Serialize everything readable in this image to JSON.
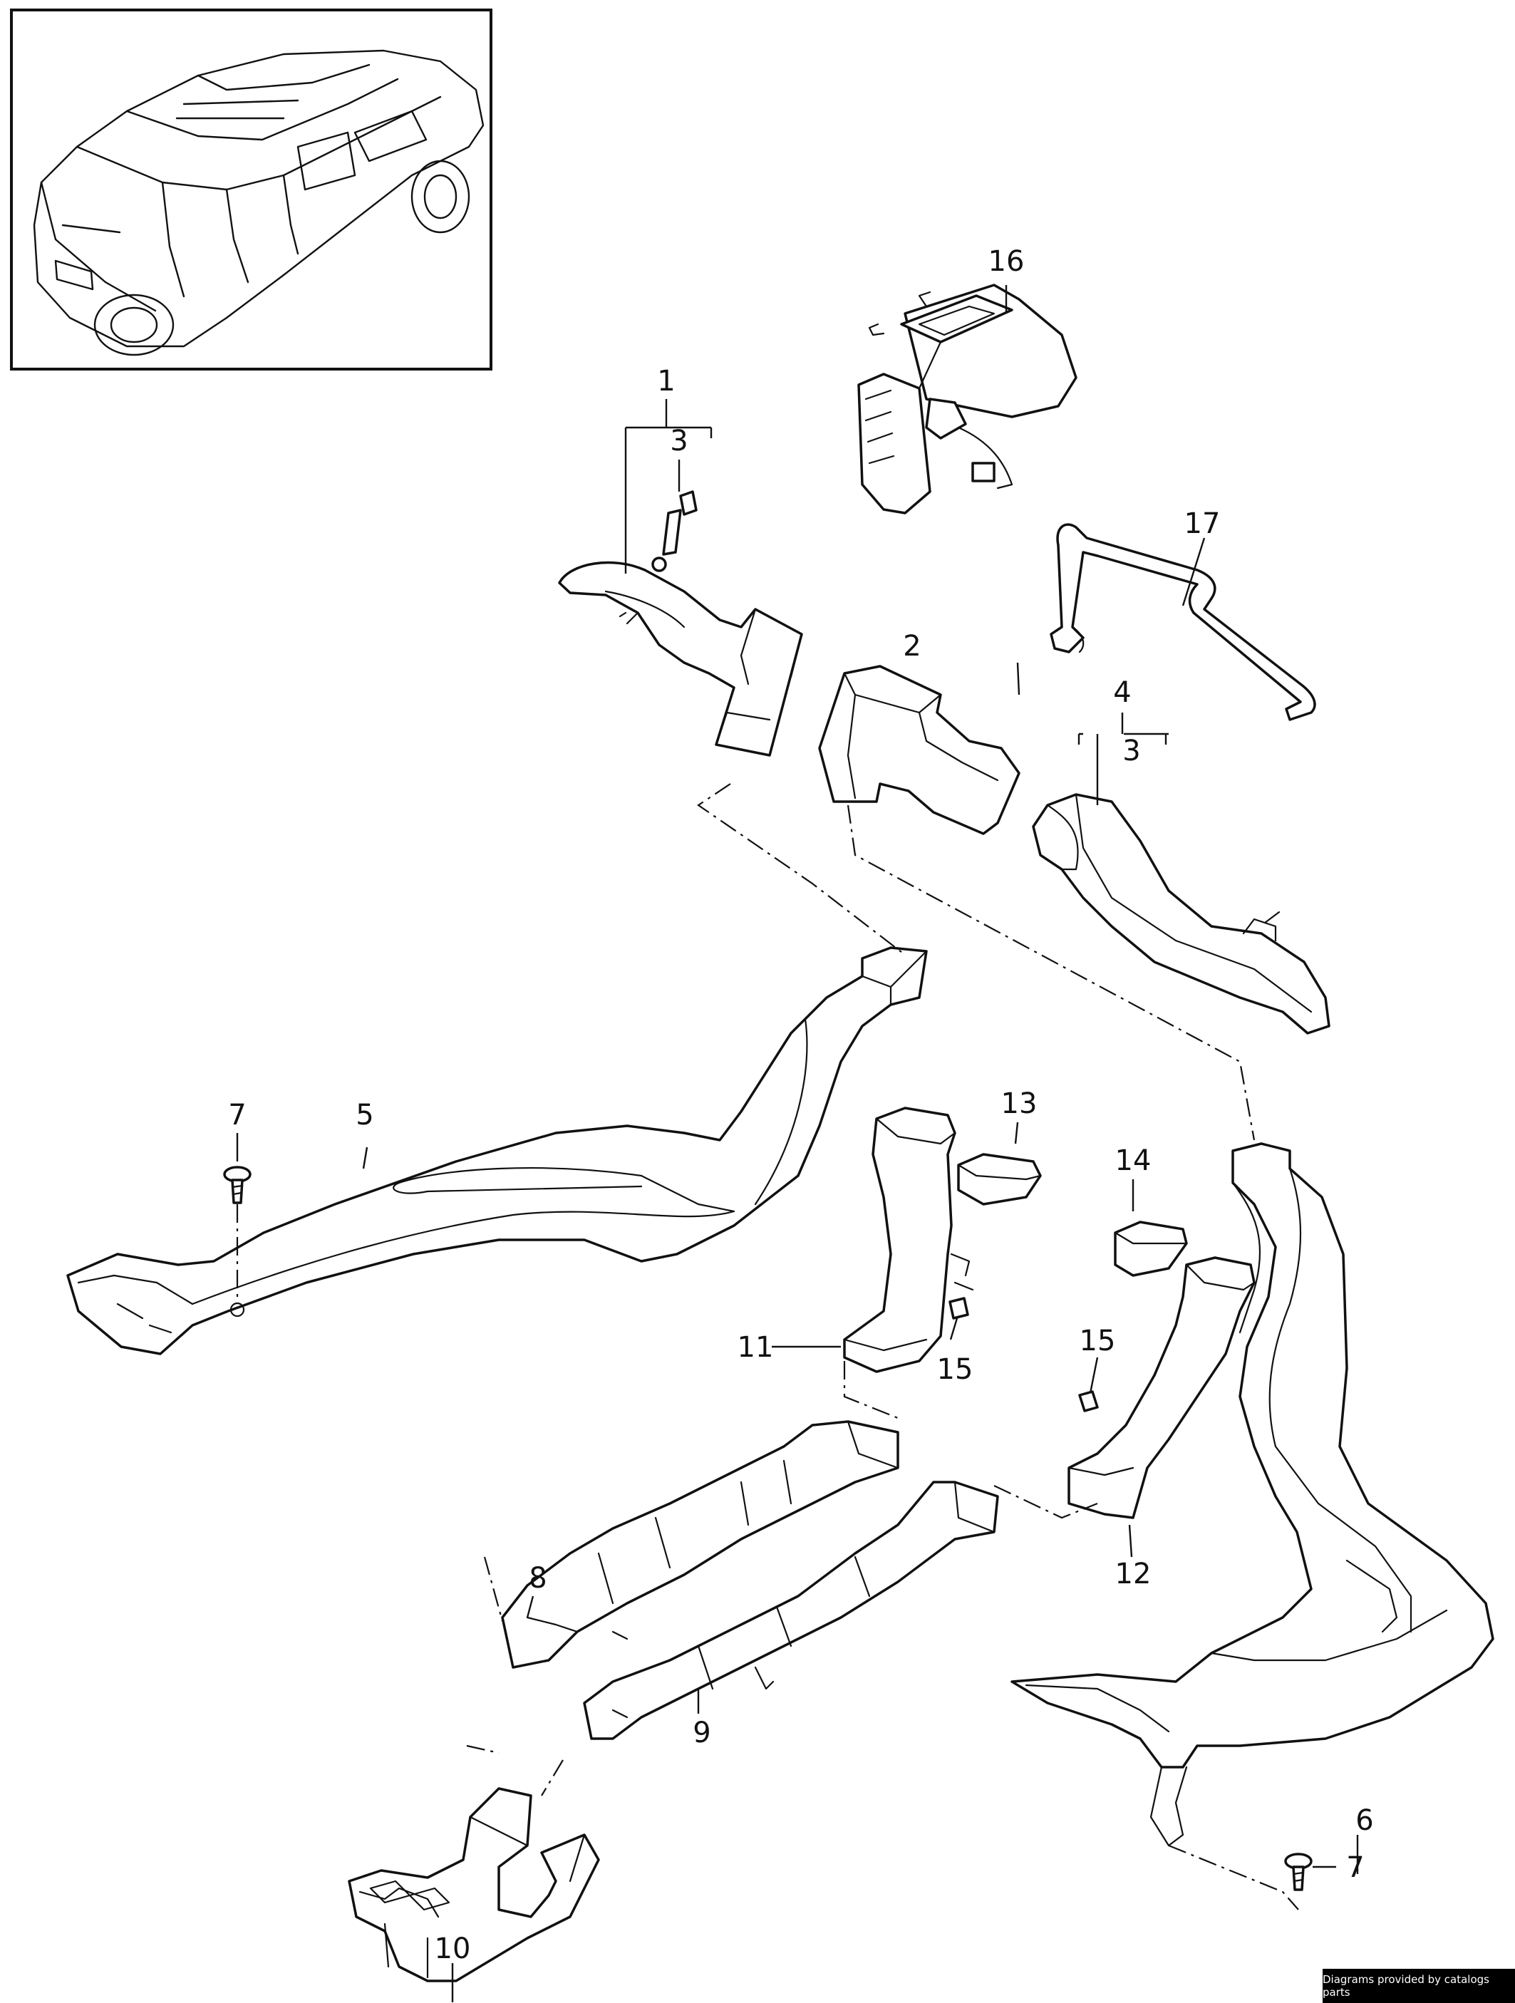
{
  "diagram": {
    "part_labels": {
      "p1": "1",
      "p2": "2",
      "p3a": "3",
      "p3b": "3",
      "p4": "4",
      "p5": "5",
      "p6": "6",
      "p7a": "7",
      "p7b": "7",
      "p8": "8",
      "p9": "9",
      "p10": "10",
      "p11": "11",
      "p12": "12",
      "p13": "13",
      "p14": "14",
      "p15a": "15",
      "p15b": "15",
      "p16": "16",
      "p17": "17"
    }
  },
  "footer": {
    "text": "Diagrams provided by catalogs parts"
  }
}
